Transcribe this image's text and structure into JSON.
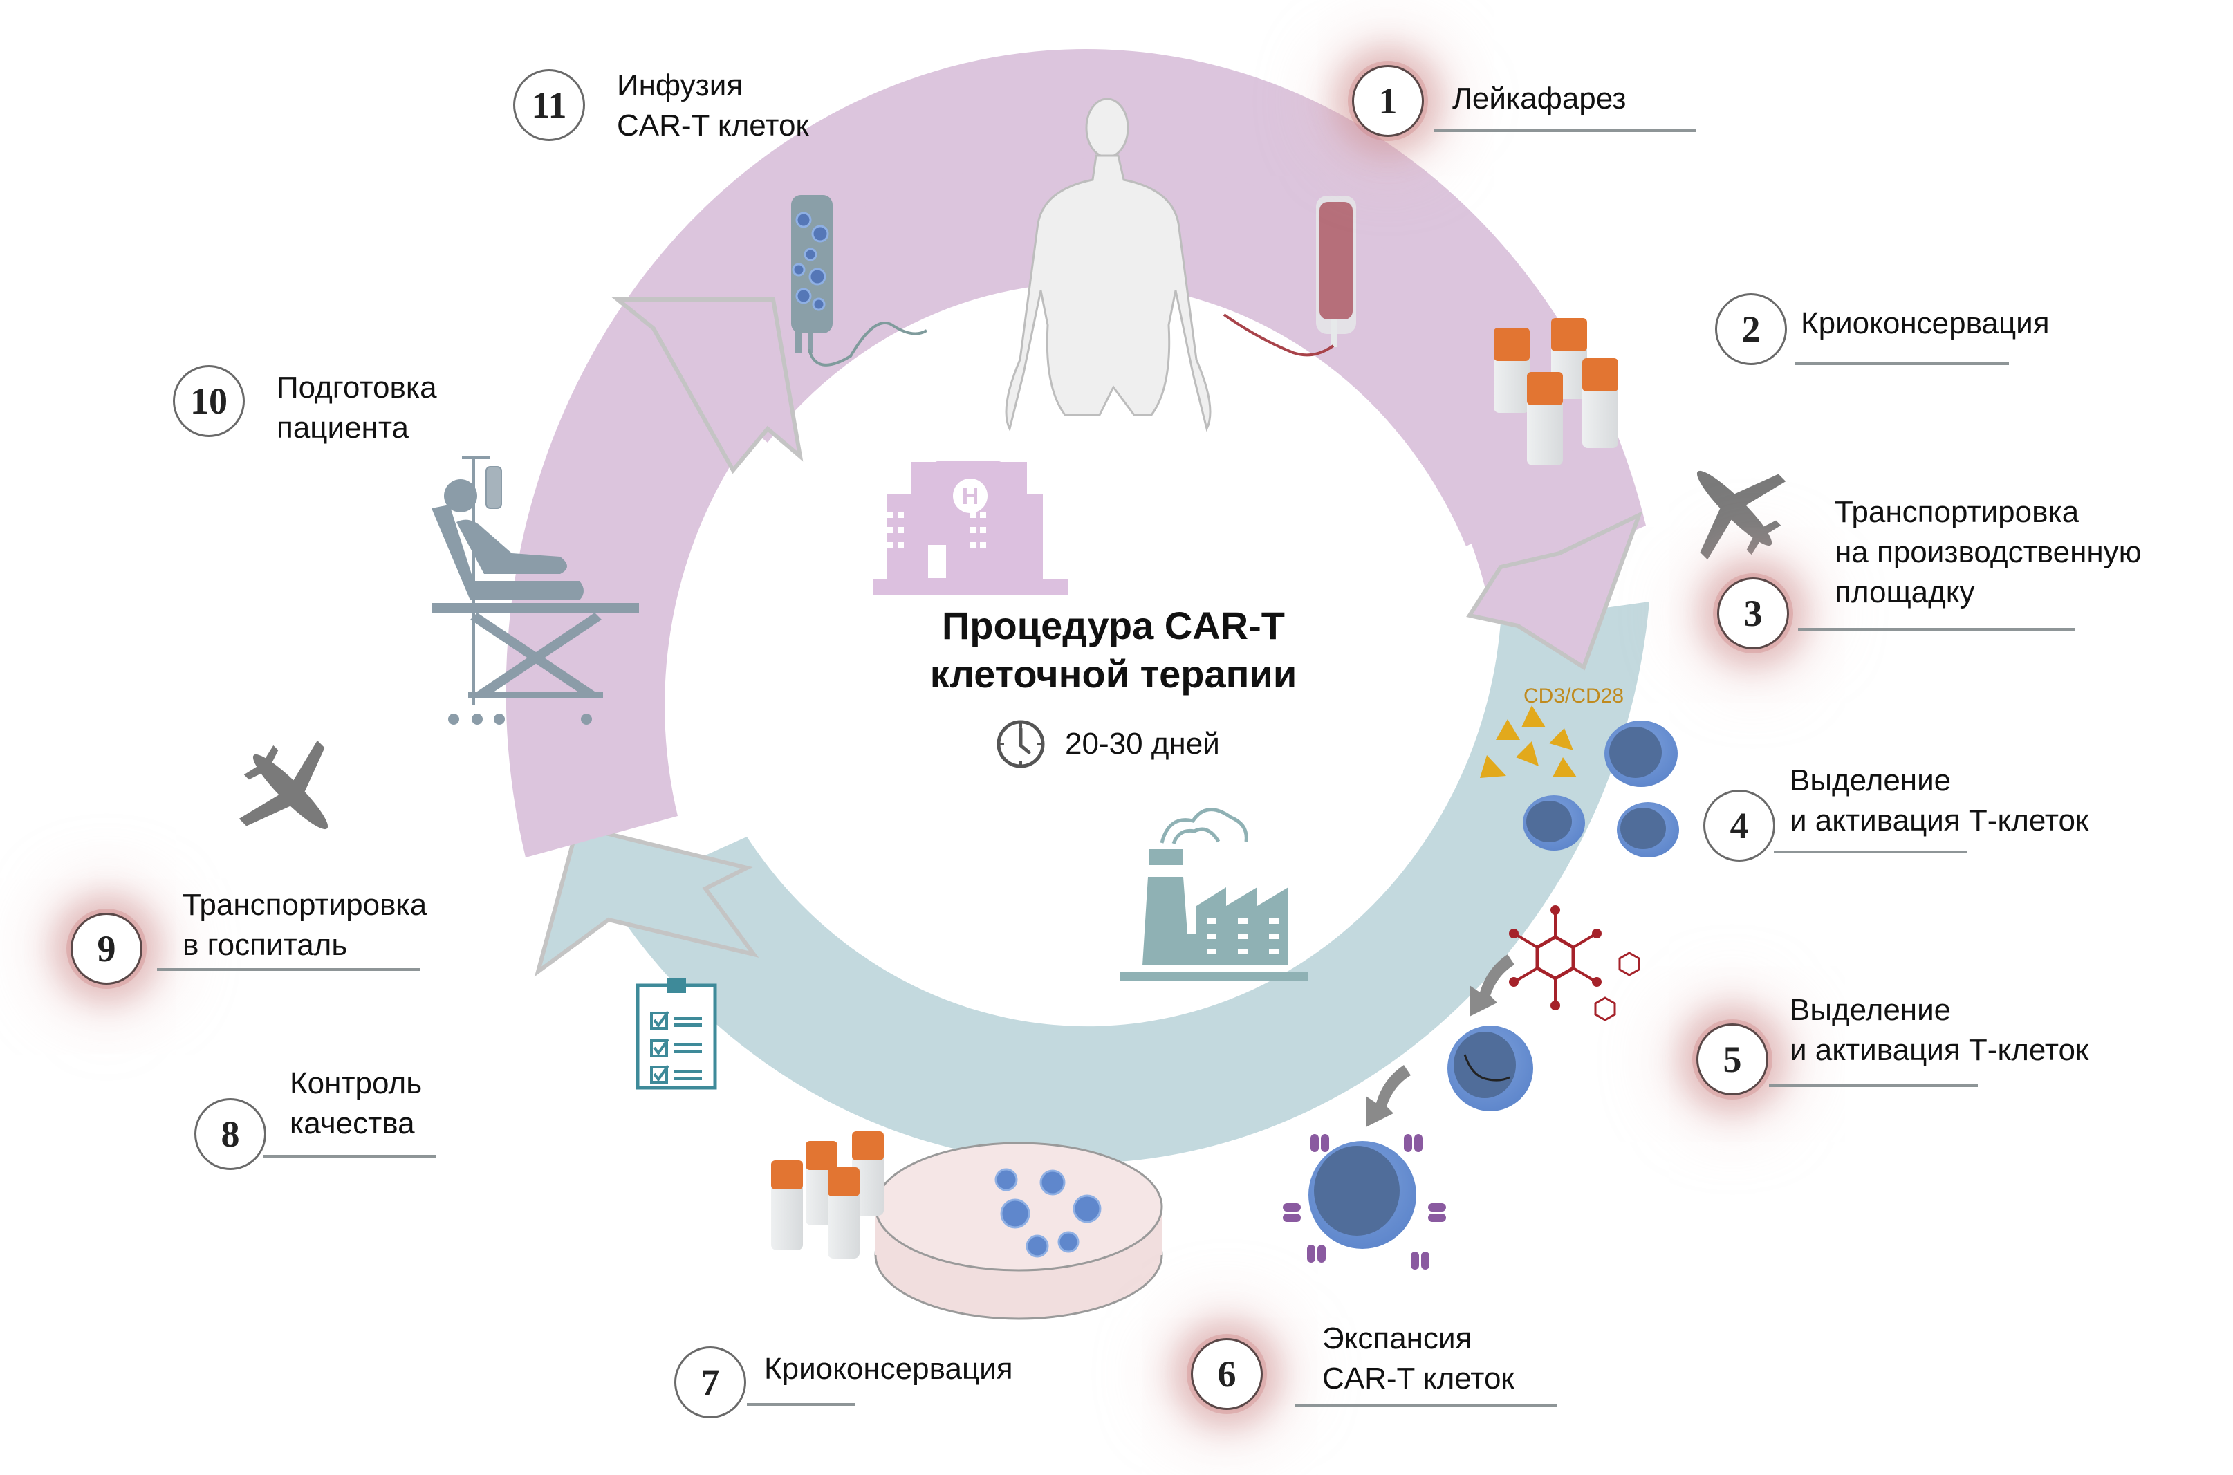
{
  "title": {
    "line1": "Процедура CAR-T",
    "line2": "клеточной терапии"
  },
  "duration": {
    "icon": "clock-icon",
    "text": "20-30 дней"
  },
  "colors": {
    "ring_patient": "#dcc5dd",
    "ring_manufacturing": "#c3d9de",
    "arrow_outline": "#c4c4c4",
    "hospital_icon": "#dcc0df",
    "factory_icon": "#8fb1b4",
    "clipboard_icon": "#3e8a99",
    "cell_outer": "#6f96d6",
    "cell_nucleus": "#506d9a",
    "receptor": "#8a5aa0",
    "virus": "#a5222a",
    "vial_cap": "#e27532",
    "plane": "#7a7a7a",
    "highlight_glow": "#d49a9a",
    "underline": "#8e9597",
    "antigen": "#e2a91c",
    "antigen_label": "#c08a1e"
  },
  "center_icons": {
    "hospital": "hospital-icon",
    "factory": "factory-icon"
  },
  "activation_label": "CD3/CD28",
  "steps": [
    {
      "number": "1",
      "lines": [
        "Лейкафарез"
      ],
      "highlighted": true
    },
    {
      "number": "2",
      "lines": [
        "Криоконсервация"
      ],
      "highlighted": false
    },
    {
      "number": "3",
      "lines": [
        "Транспортировка",
        "на производственную",
        "площадку"
      ],
      "highlighted": true
    },
    {
      "number": "4",
      "lines": [
        "Выделение",
        "и активация Т-клеток"
      ],
      "highlighted": false
    },
    {
      "number": "5",
      "lines": [
        "Выделение",
        "и активация Т-клеток"
      ],
      "highlighted": true
    },
    {
      "number": "6",
      "lines": [
        "Экспансия",
        "CAR-T клеток"
      ],
      "highlighted": true
    },
    {
      "number": "7",
      "lines": [
        "Криоконсервация"
      ],
      "highlighted": false
    },
    {
      "number": "8",
      "lines": [
        "Контроль",
        "качества"
      ],
      "highlighted": false
    },
    {
      "number": "9",
      "lines": [
        "Транспортировка",
        "в госпиталь"
      ],
      "highlighted": true
    },
    {
      "number": "10",
      "lines": [
        "Подготовка",
        "пациента"
      ],
      "highlighted": false
    },
    {
      "number": "11",
      "lines": [
        "Инфузия",
        "CAR-T клеток"
      ],
      "highlighted": false
    }
  ]
}
